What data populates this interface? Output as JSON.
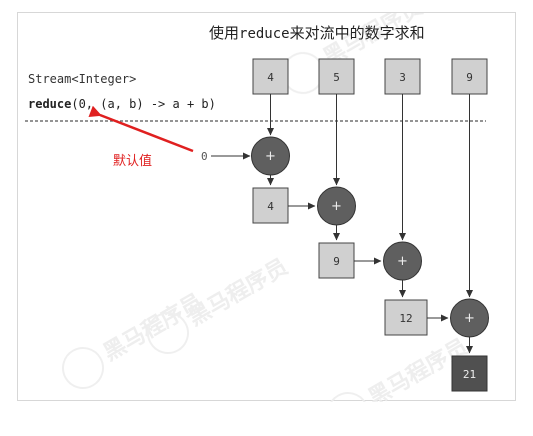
{
  "title": {
    "prefix": "使用",
    "code": "reduce",
    "suffix": "来对流中的数字求和"
  },
  "code": {
    "stream_type": "Stream<Integer>",
    "keyword": "reduce",
    "args": "(0, (a, b) -> a + b)"
  },
  "annotation": {
    "label": "默认值",
    "color": "#e02020"
  },
  "initial_value": "0",
  "inputs": [
    "4",
    "5",
    "3",
    "9"
  ],
  "operator_symbol": "+",
  "partial_results": [
    "4",
    "9",
    "12",
    "21"
  ],
  "watermarks": [
    "黑马程序员",
    "黑马程序员",
    "黑马程序员",
    "黑马程序员"
  ],
  "colors": {
    "box_light": "#d0d0d0",
    "box_dark": "#505050",
    "circle": "#5f5f5f",
    "line": "#333333",
    "arrow_red": "#e02020"
  }
}
